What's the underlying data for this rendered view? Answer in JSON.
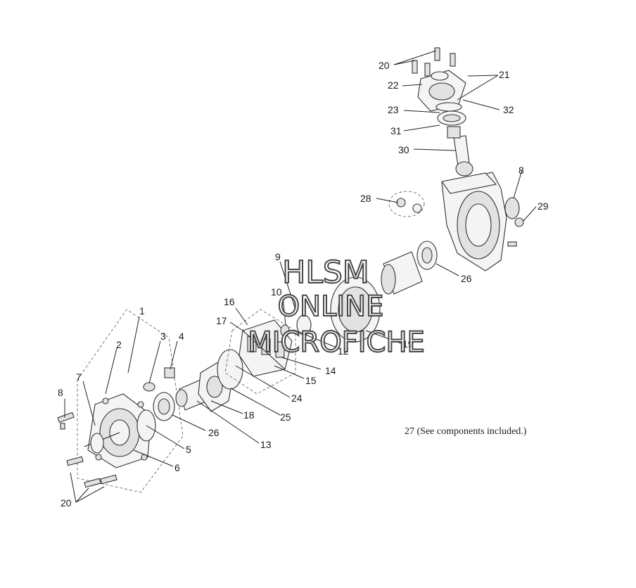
{
  "callouts": [
    "1",
    "2",
    "3",
    "4",
    "5",
    "6",
    "7",
    "8",
    "9",
    "10",
    "12",
    "13",
    "14",
    "15",
    "16",
    "17",
    "18",
    "19",
    "20",
    "21",
    "22",
    "23",
    "24",
    "25",
    "26",
    "28",
    "29",
    "30",
    "31",
    "32"
  ],
  "note": "27  (See components included.)",
  "watermark": {
    "line1": "HLSM",
    "line2": "ONLINE",
    "line3": "MICROFICHE"
  },
  "colors": {
    "ink": "#1a1a1a",
    "paper": "#ffffff"
  }
}
